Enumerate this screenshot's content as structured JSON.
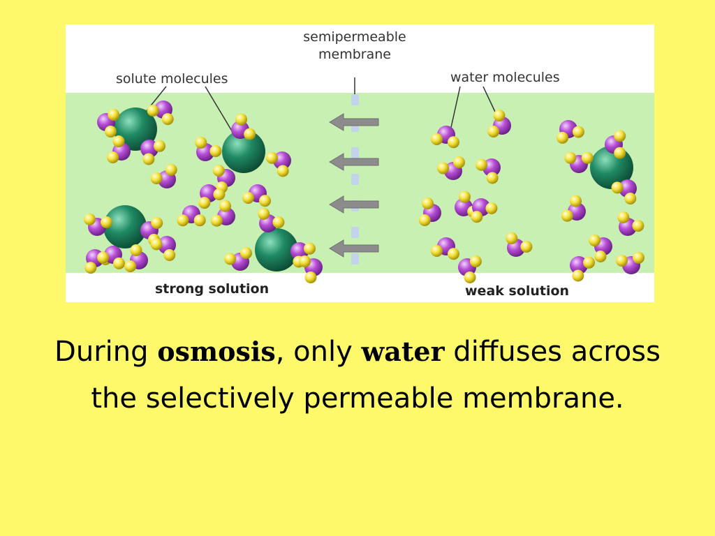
{
  "diagram": {
    "label_membrane_line1": "semipermeable",
    "label_membrane_line2": "membrane",
    "label_solute": "solute molecules",
    "label_water": "water molecules",
    "label_strong": "strong solution",
    "label_weak": "weak solution"
  },
  "caption": {
    "part1": "During ",
    "term1": "osmosis",
    "part2": ", only ",
    "term2": "water",
    "part3": " diffuses across the selectively permeable membrane."
  },
  "colors": {
    "slide_background": "#fdf96b",
    "solution": "#c9f0b3",
    "oxygen": "#b64ed4",
    "hydrogen": "#f3e03a",
    "solute": "#1f8a63",
    "arrow": "#8c8c8c",
    "membrane": "#c4d3ec"
  }
}
